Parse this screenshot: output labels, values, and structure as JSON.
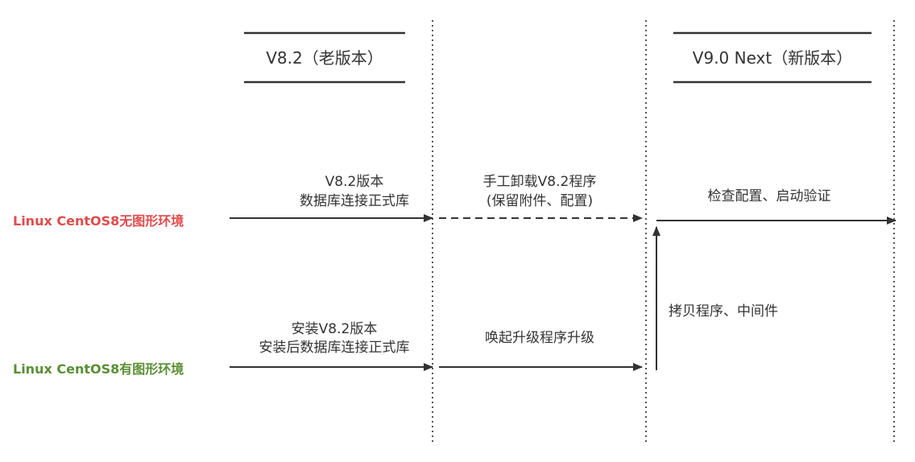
{
  "headers": {
    "old_version": "V8.2（老版本）",
    "new_version": "V9.0 Next（新版本）"
  },
  "environments": {
    "no_gui": {
      "label": "Linux CentOS8无图形环境",
      "color": "#e04b4b"
    },
    "gui": {
      "label": "Linux CentOS8有图形环境",
      "color": "#5a8f35"
    }
  },
  "steps": {
    "no_gui_install_line1": "V8.2版本",
    "no_gui_install_line2": "数据库连接正式库",
    "uninstall_line1": "手工卸载V8.2程序",
    "uninstall_line2": "(保留附件、配置)",
    "verify": "检查配置、启动验证",
    "copy": "拷贝程序、中间件",
    "gui_install_line1": "安装V8.2版本",
    "gui_install_line2": "安装后数据库连接正式库",
    "upgrade": "唤起升级程序升级"
  },
  "colors": {
    "line": "#333333",
    "text": "#333333"
  }
}
